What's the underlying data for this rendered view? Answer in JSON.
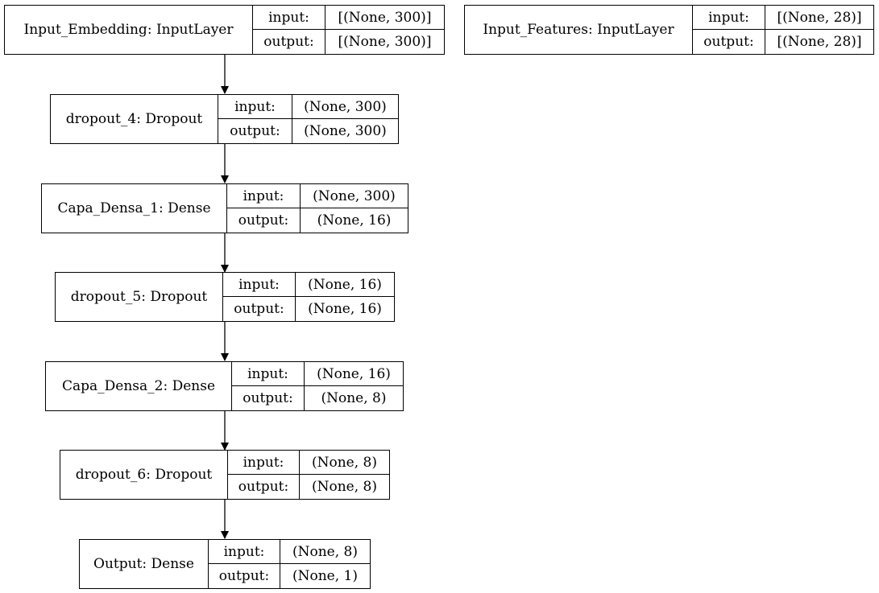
{
  "nodes": {
    "input_embedding": {
      "name": "Input_Embedding: InputLayer",
      "input_label": "input:",
      "input_value": "[(None, 300)]",
      "output_label": "output:",
      "output_value": "[(None, 300)]"
    },
    "input_features": {
      "name": "Input_Features: InputLayer",
      "input_label": "input:",
      "input_value": "[(None, 28)]",
      "output_label": "output:",
      "output_value": "[(None, 28)]"
    },
    "dropout_4": {
      "name": "dropout_4: Dropout",
      "input_label": "input:",
      "input_value": "(None, 300)",
      "output_label": "output:",
      "output_value": "(None, 300)"
    },
    "capa_densa_1": {
      "name": "Capa_Densa_1: Dense",
      "input_label": "input:",
      "input_value": "(None, 300)",
      "output_label": "output:",
      "output_value": "(None, 16)"
    },
    "dropout_5": {
      "name": "dropout_5: Dropout",
      "input_label": "input:",
      "input_value": "(None, 16)",
      "output_label": "output:",
      "output_value": "(None, 16)"
    },
    "capa_densa_2": {
      "name": "Capa_Densa_2: Dense",
      "input_label": "input:",
      "input_value": "(None, 16)",
      "output_label": "output:",
      "output_value": "(None, 8)"
    },
    "dropout_6": {
      "name": "dropout_6: Dropout",
      "input_label": "input:",
      "input_value": "(None, 8)",
      "output_label": "output:",
      "output_value": "(None, 8)"
    },
    "output": {
      "name": "Output: Dense",
      "input_label": "input:",
      "input_value": "(None, 8)",
      "output_label": "output:",
      "output_value": "(None, 1)"
    }
  },
  "edges": [
    [
      "input_embedding",
      "dropout_4"
    ],
    [
      "dropout_4",
      "capa_densa_1"
    ],
    [
      "capa_densa_1",
      "dropout_5"
    ],
    [
      "dropout_5",
      "capa_densa_2"
    ],
    [
      "capa_densa_2",
      "dropout_6"
    ],
    [
      "dropout_6",
      "output"
    ]
  ]
}
